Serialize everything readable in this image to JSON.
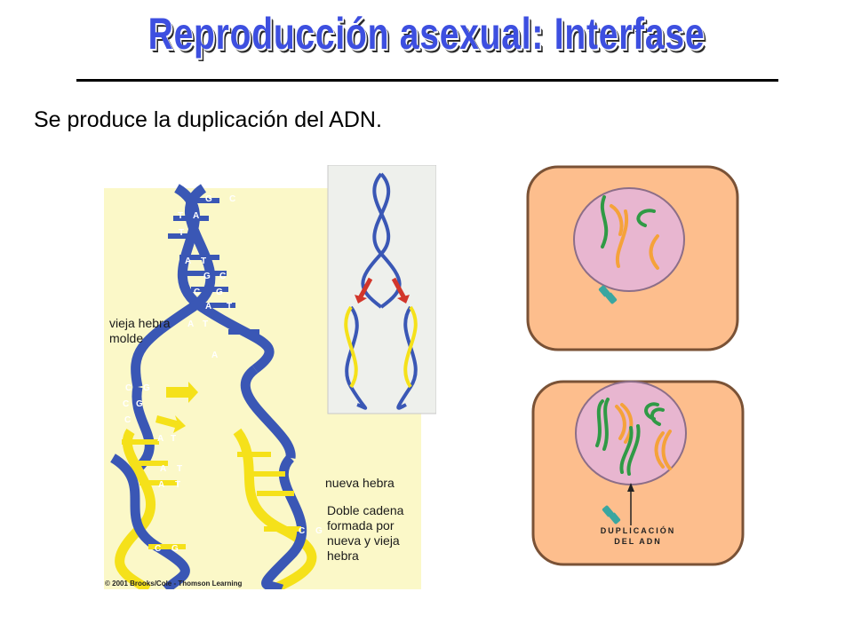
{
  "slide": {
    "title": "Reproducción asexual: Interfase",
    "subtitle": "Se produce la duplicación del ADN."
  },
  "dna_figure": {
    "label_old_strand_1": "vieja hebra",
    "label_old_strand_2": "molde",
    "label_new_strand": "nueva hebra",
    "label_double_1": "Doble cadena",
    "label_double_2": "formada por",
    "label_double_3": "nueva y vieja",
    "label_double_4": "hebra",
    "copyright": "© 2001 Brooks/Cole - Thomson Learning",
    "base_letters": [
      "G",
      "C",
      "T",
      "A",
      "T",
      "A",
      "T",
      "G",
      "C",
      "C",
      "G",
      "A",
      "T",
      "A",
      "T",
      "A",
      "C",
      "G",
      "C",
      "G",
      "C",
      "A",
      "T",
      "A",
      "T",
      "A",
      "T",
      "C",
      "G",
      "C",
      "G"
    ]
  },
  "cell_panel": {
    "duplication_line1": "DUPLICACIÓN",
    "duplication_line2": "DEL ADN"
  },
  "colors": {
    "title_blue": "#3d4fe0",
    "dna_blue": "#3a57b5",
    "dna_yellow": "#f5e11a",
    "figure_bg": "#fbf8c8",
    "cell_fill": "#fdbe8d",
    "nucleus_fill": "#e8b6d0",
    "chromosome_green": "#2f9a45",
    "chromosome_orange": "#f5a23a",
    "arrow_red": "#d2362b"
  }
}
